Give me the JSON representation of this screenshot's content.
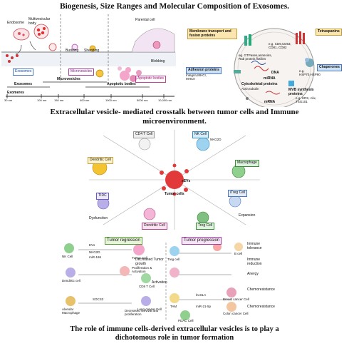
{
  "titles": {
    "top": "Biogenesis, Size Ranges and Molecular Composition of Exosomes.",
    "middle_line1": "Extracellular vesicle- mediated crosstalk between tumor cells and Immune",
    "middle_line2": "microenvironment.",
    "bottom_line1": "The role of immune cells-derived extracellular vesicles is to play a",
    "bottom_line2": "dichotomous role in  tumor formation"
  },
  "biogenesis": {
    "endosome": "Endosome",
    "mvb": "Multivesicular body",
    "exosomes": "Exosomes",
    "budding": "Budding",
    "shedding": "Shedding",
    "microvesicles": "Microvesicles",
    "parental_cell": "Parental cell",
    "blebbing": "Blebbing",
    "apoptotic_bodies": "Apoptotic bodies"
  },
  "size_ranges": {
    "exosomes": "Exosomes",
    "microvesicles": "Microvesicles",
    "apoptotic": "Apoptotic bodies",
    "exomeres": "Exomeres",
    "ticks": [
      "30 nm",
      "100 nm",
      "150 nm",
      "400 nm",
      "1000 nm",
      "5000 nm",
      "10,000 nm"
    ]
  },
  "composition": {
    "membrane": "Membrane transport and fusion proteins",
    "membrane_eg": "eg. GTPases,annexins, Rab protein,flotilins",
    "tetraspanins": "Tetraspanins",
    "tetraspanins_eg": "e.g. CD9,CD63, CD81, CD82",
    "adhesion": "Adhesion proteins",
    "adhesion_eg": "Integrin,MHCI, MHCII",
    "dna": "DNA",
    "mirna": "miRNA",
    "cytoskeletal": "Cytoskeletal proteins",
    "cytoskeletal_eg": "Actin,tubulin",
    "chaperones": "Chaperones",
    "chaperones_eg": "e.g. HSP70,HSP90",
    "mvb_proteins": "MVB synthesis proteins",
    "mvb_eg": "e.g. HRS, Alix, TSG101",
    "mrna": "mRNA"
  },
  "crosstalk": {
    "center": "sEVs",
    "tumor": "Tumor cells",
    "dendritic": "Dendritic Cell",
    "cd4": "CD4 T Cell",
    "nk": "NK Cell",
    "macrophage": "Macrophage",
    "itreg": "iTreg Cell",
    "treg": "Treg Cell",
    "tidc": "TIDC",
    "dysfunction": "Dysfunction",
    "expansion": "Expansion",
    "nkg2d": "NKG2D"
  },
  "dichotomy": {
    "regression": "Tumor regression",
    "progression": "Tumor progression",
    "decreased_growth": "Decreased Tumor growth",
    "prolif": "Proliferation & Activation",
    "activation": "Activation",
    "decreased_survival": "Decreased survival and proliferation",
    "immune_tol": "Immune tolerance",
    "immune_red": "Immune reduction",
    "anergy": "Anergy",
    "chemores1": "Chemoresistance",
    "chemores2": "Chemoresistance",
    "nk": "NK Cell",
    "tumor": "Tumor Cell",
    "dendritic": "Dendritic cell",
    "cd8": "CD8 T Cell",
    "alveolar": "Alveolar Macrophage",
    "lung": "Lung cancer Cell",
    "treg": "Treg cell",
    "bcell": "B cell",
    "tam": "TAM",
    "breast": "Breast cancer Cell",
    "colon": "Colon cancer Cell",
    "pdac": "PDAC Cell",
    "evs": "EVs",
    "nkg2d": "NKG2D",
    "mir186": "miR-186",
    "socs3": "SOCS3",
    "mir21": "miR-21-5p",
    "lncsla": "lncSLA"
  }
}
